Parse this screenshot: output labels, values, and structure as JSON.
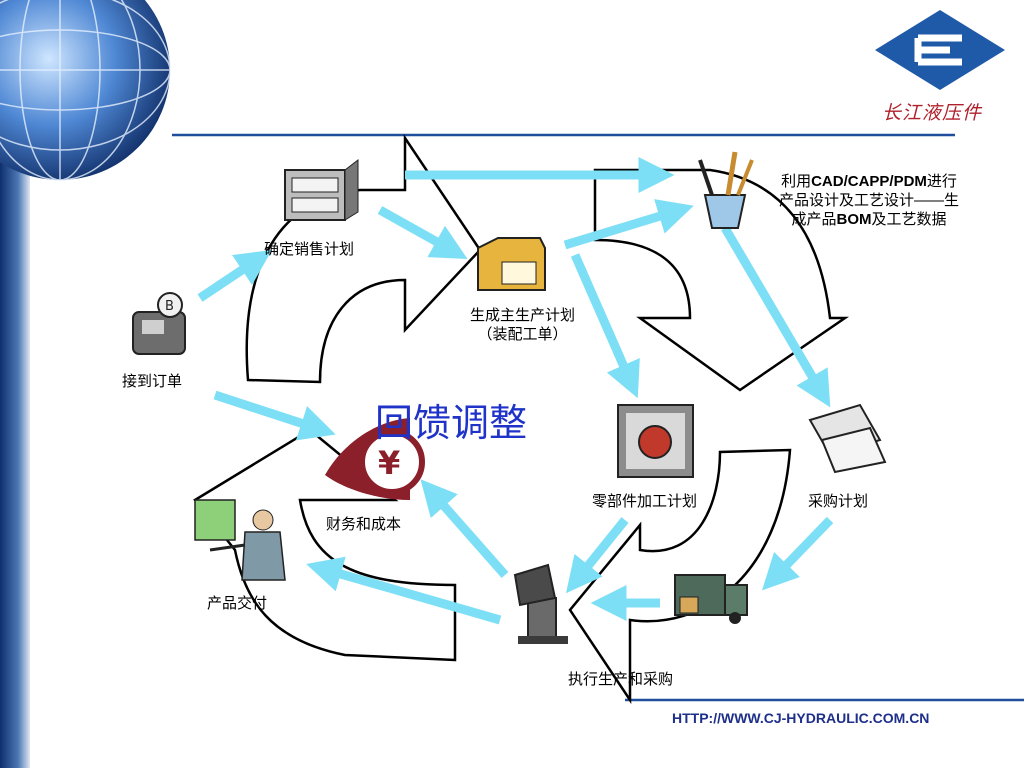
{
  "diagram": {
    "center_text": "回馈调整",
    "nodes": {
      "receive_order": "接到订单",
      "sales_plan": "确定销售计划",
      "master_plan_line1": "生成主生产计划",
      "master_plan_line2": "（装配工单）",
      "cad_line1_a": "利用",
      "cad_line1_b": "CAD/CAPP/PDM",
      "cad_line1_c": "进行",
      "cad_line2": "产品设计及工艺设计——生",
      "cad_line3_a": "成产品",
      "cad_line3_b": "BOM",
      "cad_line3_c": "及工艺数据",
      "parts_plan": "零部件加工计划",
      "purchase_plan": "采购计划",
      "finance_cost": "财务和成本",
      "execute": "执行生产和采购",
      "delivery": "产品交付"
    }
  },
  "footer": {
    "url": "HTTP://WWW.CJ-HYDRAULIC.COM.CN"
  },
  "logo": {
    "brand_text": "长江液压件"
  },
  "colors": {
    "arrow_cyan": "#7ddff5",
    "accent_blue": "#1f4f9c",
    "center_text": "#1f33c9",
    "logo_red": "#b0202a"
  }
}
